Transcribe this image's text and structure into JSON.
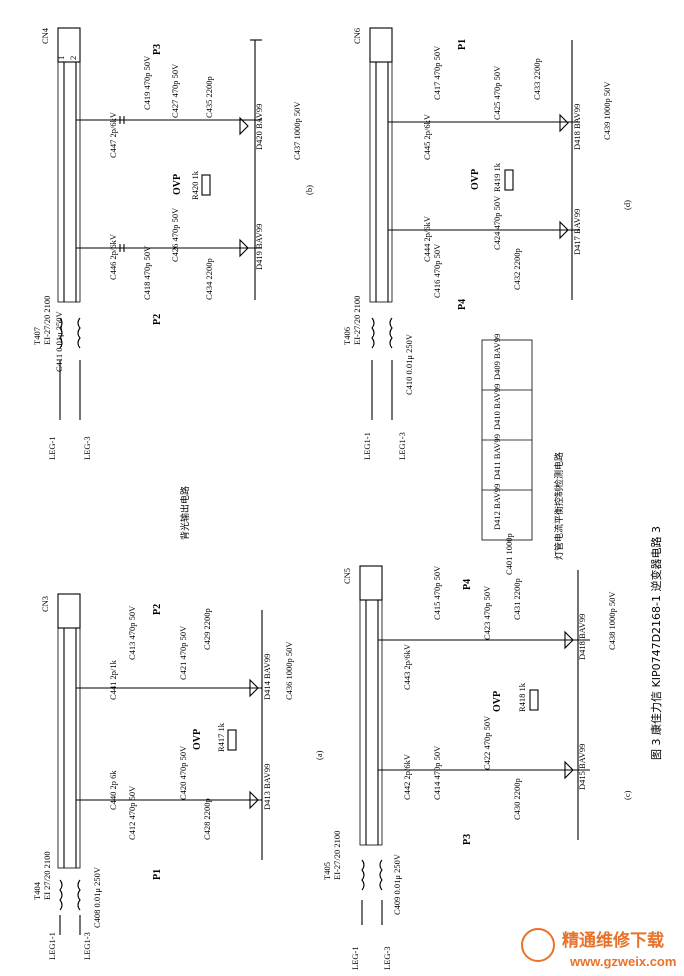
{
  "figure": {
    "caption": "图 3  康佳力信 KIP0747D2168-1 逆变器电路 3"
  },
  "watermark": {
    "title": "精通维修下载",
    "url": "www.gzweix.com"
  },
  "pins": {
    "p1": "1",
    "p2": "2"
  },
  "panels": {
    "b": {
      "tag": "(b)",
      "caption": "背光输出电路",
      "connector": "CN4",
      "transformer": "T407",
      "transformer_type": "EI-27/20 2100",
      "c446": "C446 2p/6kV",
      "c447": "C447 2p/6kV",
      "c418": "C418 470p 50V",
      "c419": "C419 470p 50V",
      "c426": "C426 470p 50V",
      "c427": "C427 470p 50V",
      "c435": "C435 2200p",
      "c434": "C434 2200p",
      "c437": "C437 1000p 50V",
      "d420": "D420 BAV99",
      "d419": "D419 BAV99",
      "r420": "R420 1k",
      "ovp": "OVP",
      "p3": "P3",
      "p2": "P2",
      "leg1": "LEG-1",
      "leg3": "LEG-3",
      "c411": "C411 0.01μ 250V"
    },
    "d": {
      "tag": "(d)",
      "connector": "CN6",
      "transformer": "T406",
      "transformer_type": "EI-27/20 2100",
      "c444": "C444 2p/6kV",
      "c445": "C445 2p/6kV",
      "c416": "C416 470p 50V",
      "c417": "C417 470p 50V",
      "c424": "C424 470p 50V",
      "c425": "C425 470p 50V",
      "c432": "C432 2200p",
      "c433": "C433 2200p",
      "c439": "C439 1000p 50V",
      "d418": "D418 BAV99",
      "d417": "D417 BAV99",
      "r419": "R419 1k",
      "ovp": "OVP",
      "p1": "P1",
      "p4": "P4",
      "leg1": "LEG1-1",
      "leg3": "LEG1-3",
      "c410": "C410 0.01μ 250V",
      "d409": "D409 BAV99",
      "d410": "D410 BAV99",
      "d411": "D411 BAV99",
      "d412": "D412 BAV99",
      "c401": "C401 1000p",
      "balance_caption": "灯管电流平衡控制检测电路"
    },
    "a": {
      "tag": "(a)",
      "connector": "CN3",
      "transformer": "T404",
      "transformer_type": "EI 27/20 2100",
      "c440": "C440 2p 6k",
      "c441": "C441 2p/1k",
      "c412": "C412 470p 50V",
      "c413": "C413 470p 50V",
      "c420": "C420 470p 50V",
      "c421": "C421 470p 50V",
      "c429": "C429 2200p",
      "c428": "C428 2200p",
      "c436": "C436 1000p 50V",
      "d414": "D414 BAV99",
      "d413": "D413 BAV99",
      "r417": "R417 1k",
      "ovp": "OVP",
      "p2": "P2",
      "p1": "P1",
      "leg1": "LEG1-1",
      "leg3": "LEG1-3",
      "c408": "C408 0.01μ 250V"
    },
    "c": {
      "tag": "(c)",
      "connector": "CN5",
      "transformer": "T405",
      "transformer_type": "EI-27/20 2100",
      "c442": "C442 2p/6kV",
      "c443": "C443 2p/6kV",
      "c414": "C414 470p 50V",
      "c415": "C415 470p 50V",
      "c422": "C422 470p 50V",
      "c423": "C423 470p 50V",
      "c431": "C431 2200p",
      "c430": "C430 2200p",
      "c438": "C438 1000p 50V",
      "d416": "D418 BAV99",
      "d415": "D415 BAV99",
      "r418": "R418 1k",
      "ovp": "OVP",
      "p4": "P4",
      "p3": "P3",
      "leg1": "LEG-1",
      "leg3": "LEG-3",
      "c409": "C409 0.01μ 250V"
    }
  }
}
